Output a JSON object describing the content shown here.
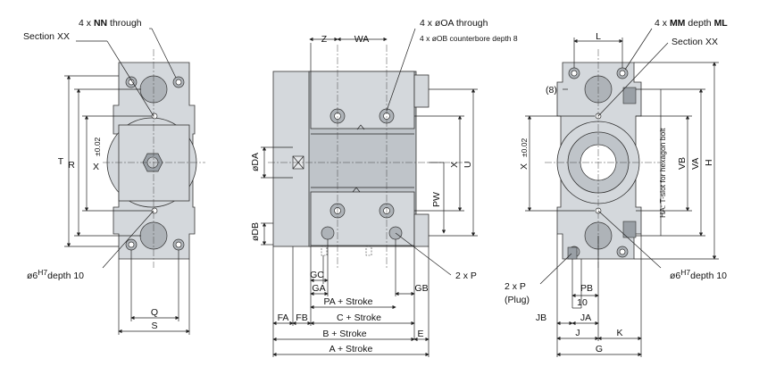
{
  "callouts": {
    "nn_through_prefix": "4 x ",
    "nn_through_bold": "NN",
    "nn_through_suffix": " through",
    "section_xx_left": "Section XX",
    "oa_through_prefix": "4 x øOA",
    "oa_through_suffix": " through",
    "ob_counterbore": "4 x øOB counterbore depth 8",
    "mm_prefix": "4 x ",
    "mm_bold": "MM",
    "mm_mid": " depth ",
    "mm_bold2": "ML",
    "section_xx_right": "Section XX",
    "eight": "(8)",
    "pin_left_prefix": "ø6",
    "pin_left_sup": "H7",
    "pin_left_suffix": "depth 10",
    "pin_right_prefix": "ø6",
    "pin_right_sup": "H7",
    "pin_right_suffix": "depth 10",
    "two_p": "2 x P",
    "two_p_plug": "2 x P",
    "plug": "(Plug)",
    "hexagon": "HA: T-slot for hexagon bolt"
  },
  "dimensions": {
    "T": "T",
    "R": "R",
    "X_left": "X",
    "X_left_tol": "±0.02",
    "Q": "Q",
    "S": "S",
    "Z": "Z",
    "WA": "WA",
    "DA": "øDA",
    "DB": "øDB",
    "X_mid": "X",
    "U": "U",
    "PW": "PW",
    "GC": "GC",
    "GA": "GA",
    "PA": "PA + Stroke",
    "GB": "GB",
    "FA": "FA",
    "FB": "FB",
    "C": "C + Stroke",
    "B": "B + Stroke",
    "E": "E",
    "A": "A + Stroke",
    "L": "L",
    "X_right": "X",
    "X_right_tol": "±0.02",
    "VB": "VB",
    "VA": "VA",
    "H": "H",
    "PB": "PB",
    "ten": "10",
    "JB": "JB",
    "JA": "JA",
    "J": "J",
    "K": "K",
    "G": "G"
  }
}
